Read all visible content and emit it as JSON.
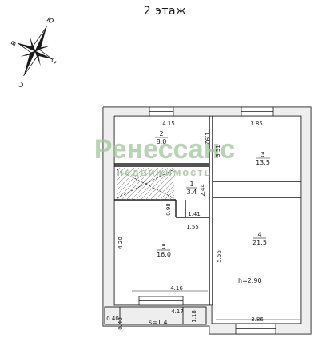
{
  "title": "2 этаж",
  "compass": {
    "north": "ю",
    "east": "з",
    "south": "с",
    "west": "в"
  },
  "watermark": {
    "brand": "Ренессанс",
    "tagline": "недвижимость"
  },
  "rooms": [
    {
      "num": "2",
      "area": "8.0"
    },
    {
      "num": "3",
      "area": "13.5"
    },
    {
      "num": "1",
      "area": "3.4"
    },
    {
      "num": "5",
      "area": "16.0"
    },
    {
      "num": "4",
      "area": "21.5"
    }
  ],
  "height_note": "h=2.90",
  "balcony_area": "s=1.4",
  "dimensions": {
    "d_4_15": "4.15",
    "d_3_85": "3.85",
    "d_1_92": "1.92",
    "d_3_51": "3.51",
    "d_2_44": "2.44",
    "d_0_98": "0.98",
    "d_1_41": "1.41",
    "d_1_55": "1.55",
    "d_4_20": "4.20",
    "d_5_56": "5.56",
    "d_4_16": "4.16",
    "d_4_17": "4.17",
    "d_0_40": "0.40",
    "d_0_40b": "0.40",
    "d_1_18": "1.18",
    "d_3_86": "3.86"
  },
  "colors": {
    "wall": "#7a7a7a",
    "line": "#1a1a1a",
    "watermark": "#9fc79a"
  }
}
